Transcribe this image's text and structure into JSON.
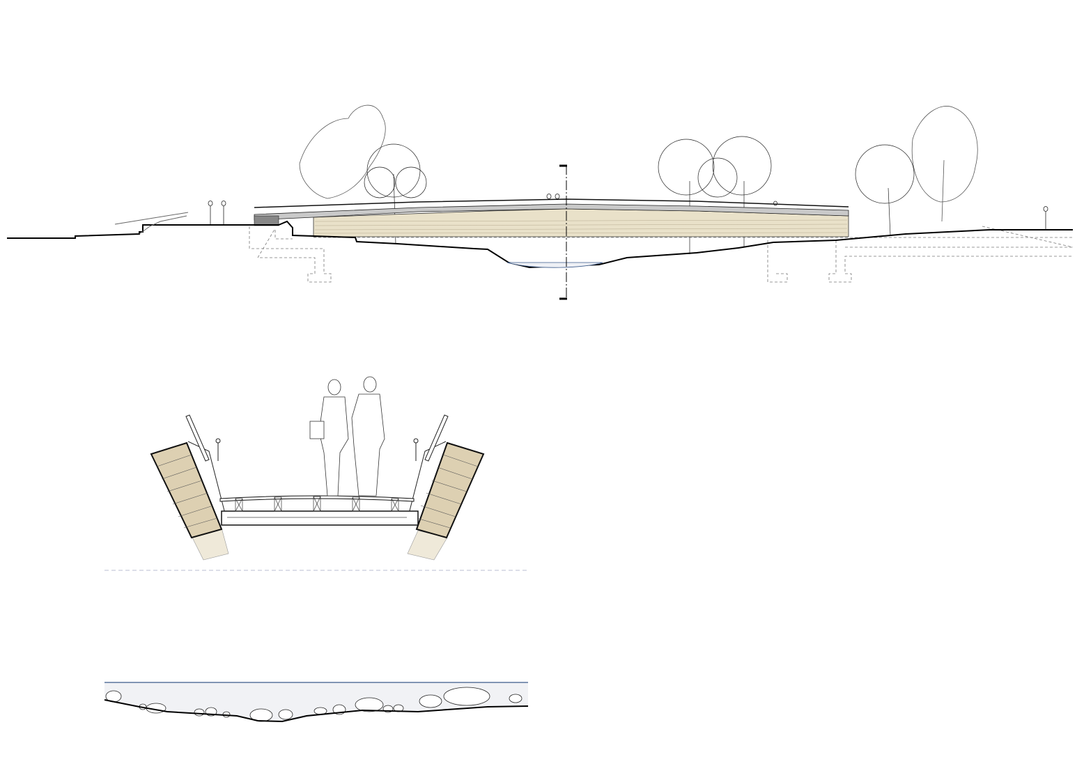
{
  "colors": {
    "background": "#ffffff",
    "ink": "#111111",
    "timber_fill": "#e9e1c9",
    "timber_dark": "#ddd0b2",
    "water_fill": "#f1f2f5",
    "water_line": "#3b5a8a",
    "dashed_guide": "#b9bcd0",
    "deck_grey": "#b8b8b8"
  },
  "drawings": [
    {
      "id": "longitudinal-section",
      "kind": "bridge elevation"
    },
    {
      "id": "cross-section",
      "kind": "bridge deck cross section"
    },
    {
      "id": "riverbed-section",
      "kind": "riverbed profile"
    }
  ]
}
